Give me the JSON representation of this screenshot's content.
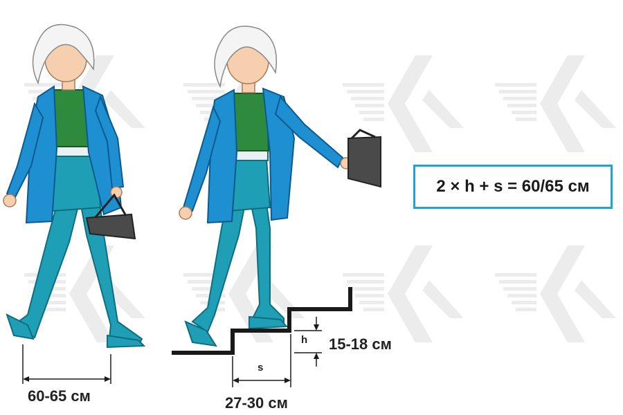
{
  "formula": "2 × h + s = 60/65 см",
  "labels": {
    "stride": "60-65 см",
    "step_height": "15-18 см",
    "step_depth": "27-30 см",
    "h": "h",
    "s": "s"
  },
  "colors": {
    "jacket": "#1e8fd0",
    "trousers": "#1f9fb5",
    "shirt": "#2e8b3d",
    "hair": "#e6e6e6",
    "skin": "#f5cfae",
    "bag": "#4a4a4a",
    "box_border": "#1fa3d8",
    "stairs": "#1a1a1a",
    "watermark": "#ececec"
  },
  "watermark": {
    "icon": "k-chevron-watermark-icon",
    "count": 8
  }
}
